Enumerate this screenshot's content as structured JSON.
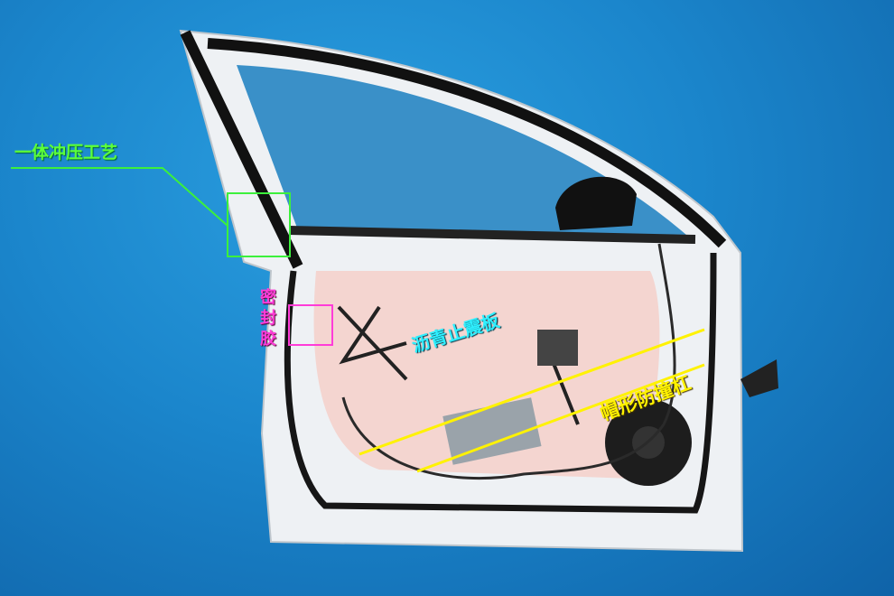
{
  "annotations": {
    "one_piece_stamping": "一体冲压工艺",
    "sealant": "密封胶",
    "asphalt_damping_pad": "沥青止震板",
    "hat_shaped_impact_beam": "帽形防撞杠"
  },
  "colors": {
    "green": "#5cff3a",
    "magenta": "#ff3cd8",
    "cyan": "#2ff0ff",
    "yellow": "#fff200"
  }
}
